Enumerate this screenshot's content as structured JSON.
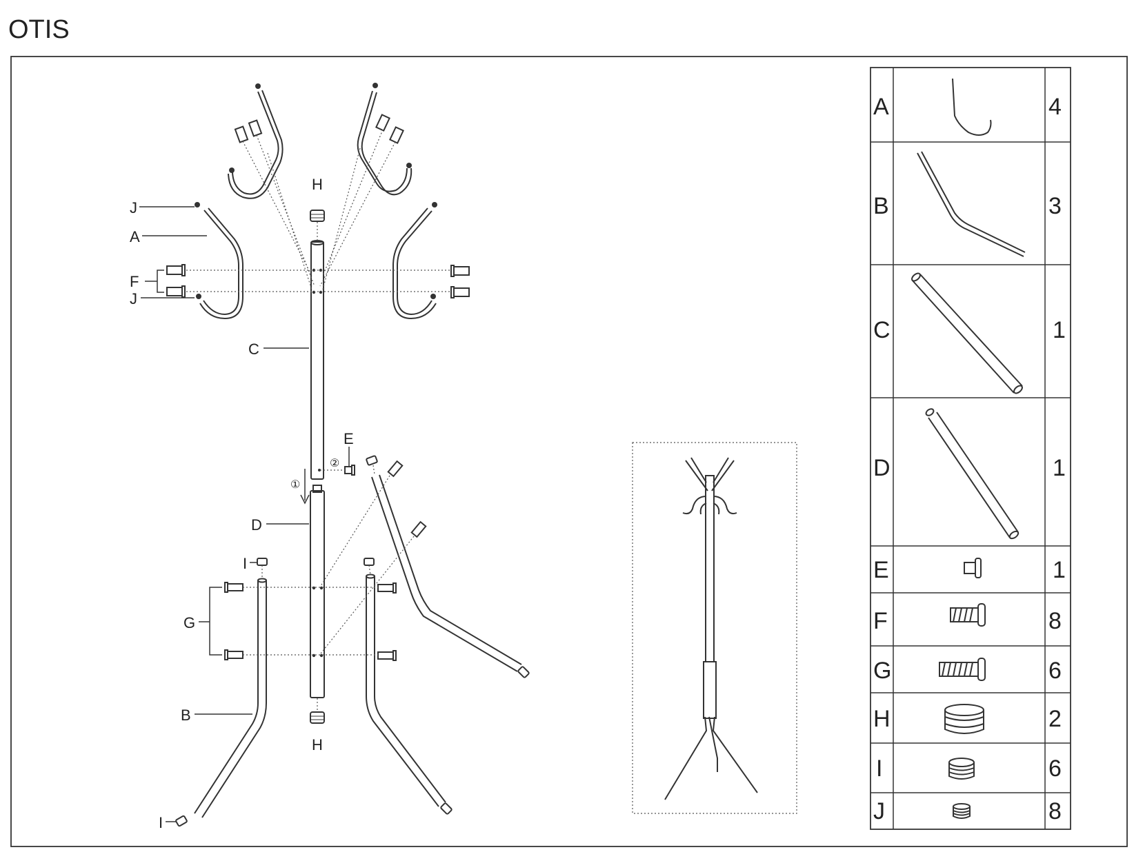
{
  "title": "OTIS",
  "diagram_labels": {
    "A": "A",
    "B": "B",
    "C": "C",
    "D": "D",
    "E": "E",
    "F": "F",
    "G": "G",
    "H": "H",
    "I": "I",
    "J": "J",
    "step1": "①",
    "step2": "②"
  },
  "parts_table": [
    {
      "letter": "A",
      "qty": "4",
      "icon": "hook-icon"
    },
    {
      "letter": "B",
      "qty": "3",
      "icon": "leg-icon"
    },
    {
      "letter": "C",
      "qty": "1",
      "icon": "upper-tube-icon"
    },
    {
      "letter": "D",
      "qty": "1",
      "icon": "lower-tube-icon"
    },
    {
      "letter": "E",
      "qty": "1",
      "icon": "small-screw-icon"
    },
    {
      "letter": "F",
      "qty": "8",
      "icon": "medium-screw-icon"
    },
    {
      "letter": "G",
      "qty": "6",
      "icon": "long-screw-icon"
    },
    {
      "letter": "H",
      "qty": "2",
      "icon": "large-cap-icon"
    },
    {
      "letter": "I",
      "qty": "6",
      "icon": "medium-cap-icon"
    },
    {
      "letter": "J",
      "qty": "8",
      "icon": "small-cap-icon"
    }
  ]
}
